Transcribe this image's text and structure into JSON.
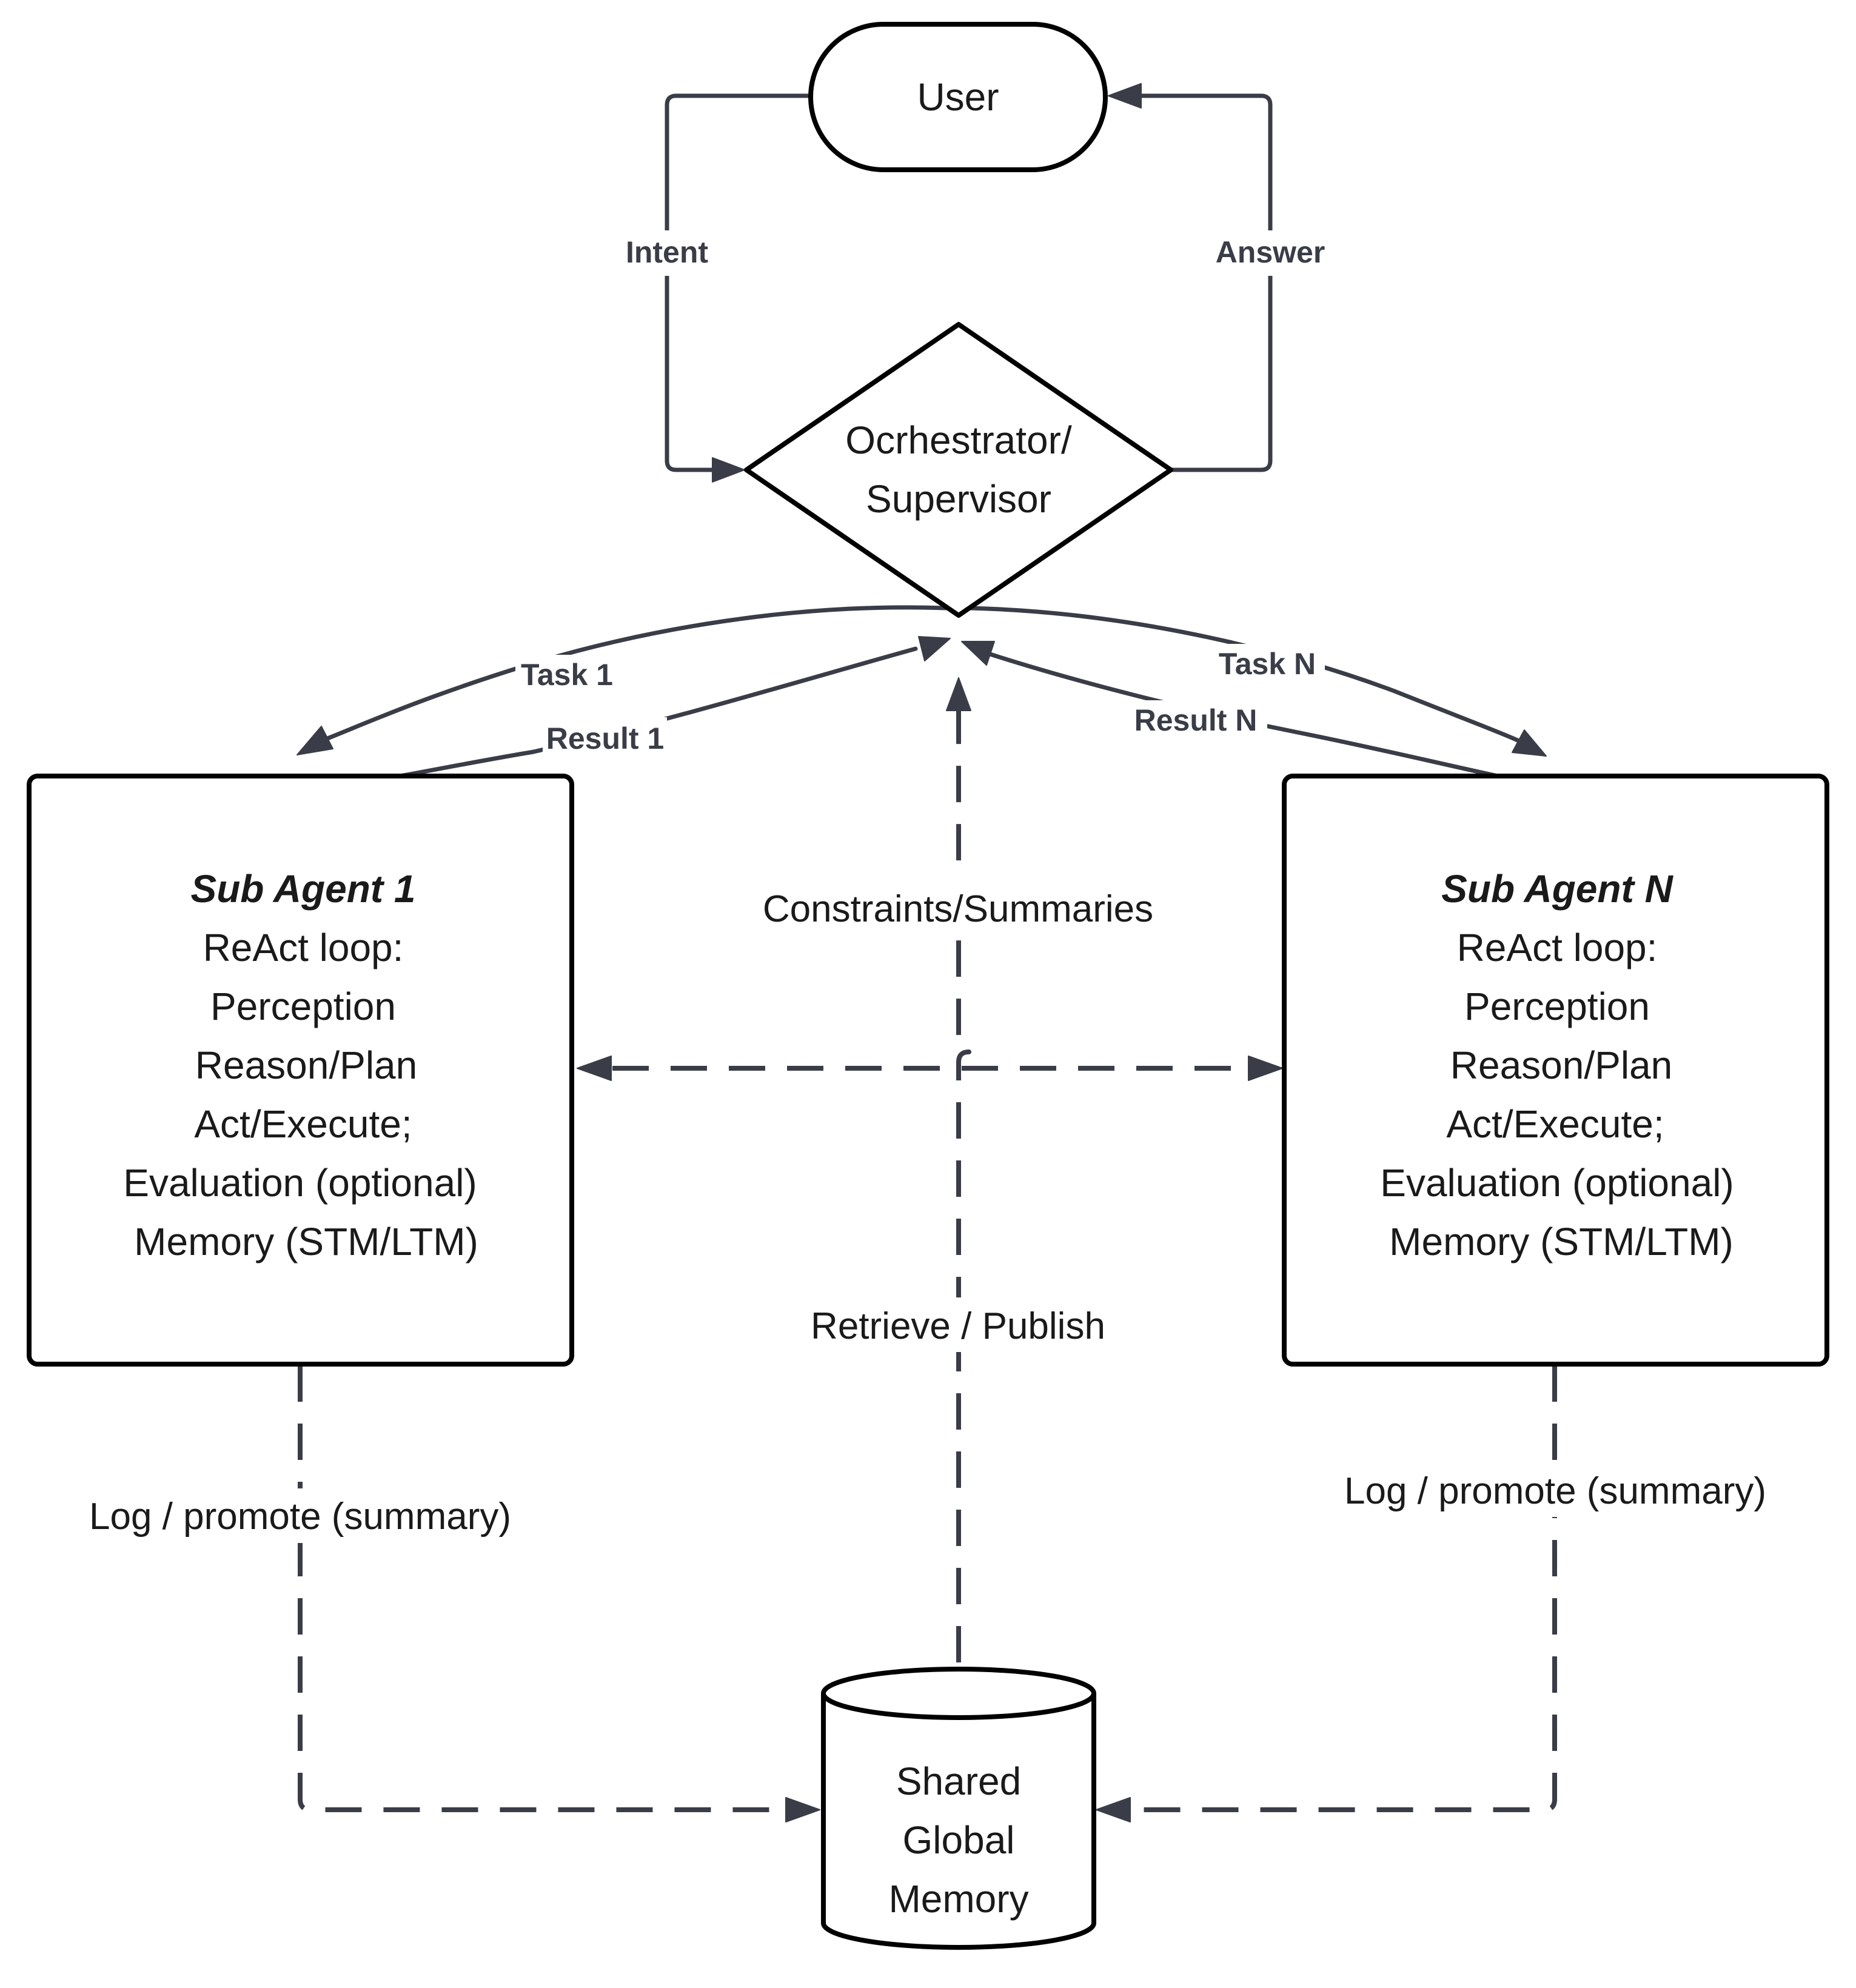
{
  "nodes": {
    "user": {
      "label": "User"
    },
    "orchestrator": {
      "lines": [
        "Ocrhestrator/",
        "Supervisor"
      ]
    },
    "sub_agent_1": {
      "title": "Sub Agent 1",
      "lines": [
        "ReAct loop:",
        "Perception",
        "Reason/Plan",
        "Act/Execute;",
        "Evaluation (optional)",
        "Memory (STM/LTM)"
      ]
    },
    "sub_agent_n": {
      "title": "Sub Agent N",
      "lines": [
        "ReAct loop:",
        "Perception",
        "Reason/Plan",
        "Act/Execute;",
        "Evaluation (optional)",
        "Memory (STM/LTM)"
      ]
    },
    "memory": {
      "lines": [
        "Shared",
        "Global",
        "Memory"
      ]
    }
  },
  "edges": {
    "intent": "Intent",
    "answer": "Answer",
    "task_1": "Task 1",
    "result_1": "Result 1",
    "task_n": "Task N",
    "result_n": "Result N",
    "constraints": "Constraints/Summaries",
    "retrieve": "Retrieve / Publish",
    "log_left": "Log / promote (summary)",
    "log_right": "Log / promote (summary)"
  },
  "colors": {
    "edge": "#3a3d47",
    "node_border": "#000000",
    "background": "#ffffff"
  }
}
